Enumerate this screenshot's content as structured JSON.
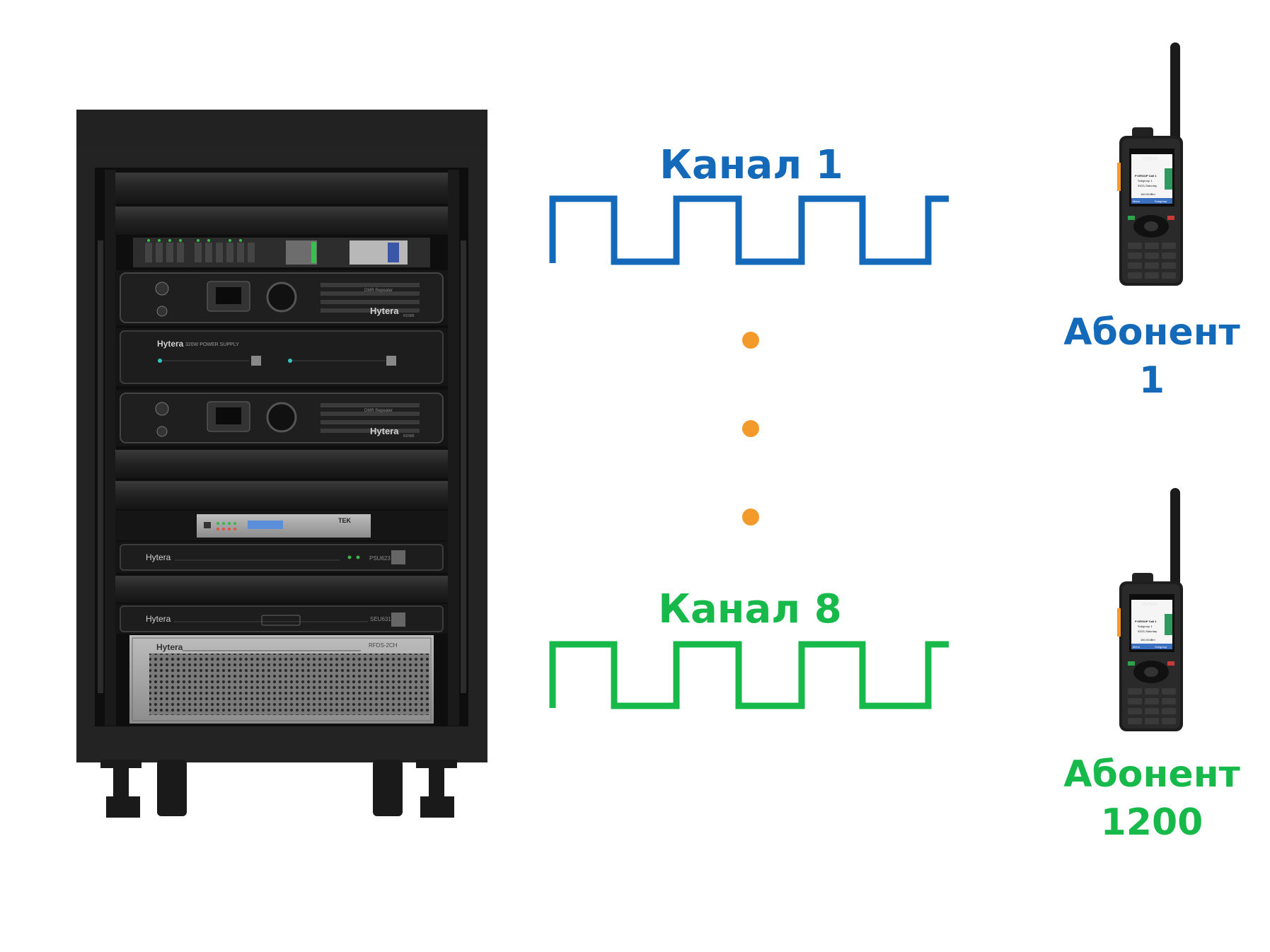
{
  "channels": [
    {
      "label": "Канал 1",
      "color": "#1469b9"
    },
    {
      "label": "Канал 8",
      "color": "#16b94a"
    }
  ],
  "subscribers": [
    {
      "line1": "Абонент",
      "line2": "1",
      "color": "#1469b9"
    },
    {
      "line1": "Абонент",
      "line2": "1200",
      "color": "#16b94a"
    }
  ],
  "ellipsis_color": "#f39a2b",
  "rack": {
    "brand": "Hytera",
    "psu_label": "320W POWER SUPPLY",
    "repeater_text": "DMR Repeater",
    "repeater_model": "RD985",
    "switch_brand": "TEK",
    "psu_model": "PSU623",
    "seu_model": "SEU631",
    "rfds_model": "RFDS-2CH"
  },
  "radio": {
    "brand": "Hytera",
    "screen_line1": "P:GROUP Call 1",
    "screen_line2": "Subgroup 1",
    "screen_line3": "03/21,Saturday",
    "screen_line4": "160-92dBm",
    "softkey_left": "Menu",
    "softkey_right": "Subgroup"
  }
}
